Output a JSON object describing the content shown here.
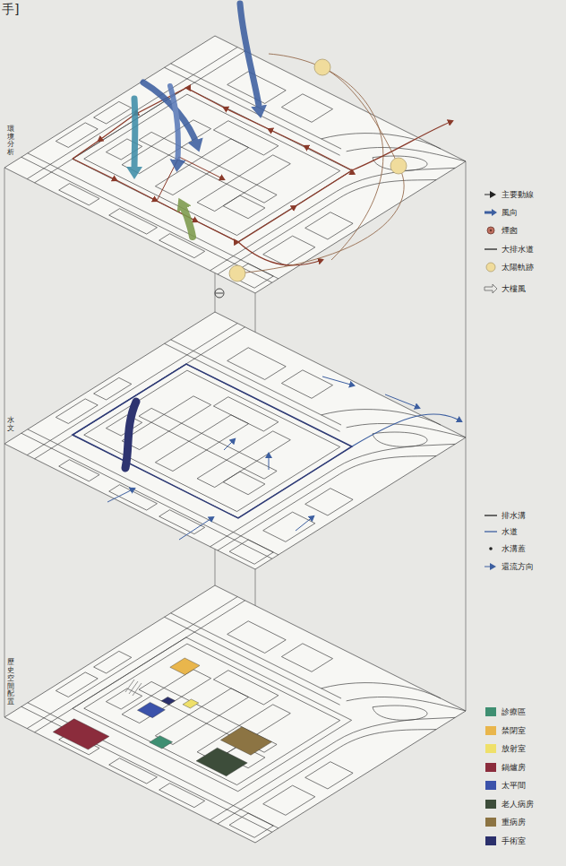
{
  "diagram": {
    "labels": [
      "手]",
      "環境分析",
      "水文",
      "歷史空間配置"
    ],
    "legend": [
      {
        "text": "主要動線"
      },
      {
        "text": "風向"
      },
      {
        "text": "煙囪"
      },
      {
        "text": "大排水道"
      },
      {
        "text": "太陽軌跡"
      },
      {
        "text": "大樓風"
      },
      {
        "text": "排水溝"
      },
      {
        "text": "水道"
      },
      {
        "text": "水溝蓋"
      },
      {
        "text": "還流方向"
      },
      {
        "text": "診療區",
        "color": "#3f8f72"
      },
      {
        "text": "禁閉室",
        "color": "#e9b64c"
      },
      {
        "text": "放射室",
        "color": "#efe06a"
      },
      {
        "text": "鍋爐房",
        "color": "#8b2c3c"
      },
      {
        "text": "太平間",
        "color": "#3b52aa"
      },
      {
        "text": "老人病房",
        "color": "#3d4d3a"
      },
      {
        "text": "重病房",
        "color": "#8c7443"
      },
      {
        "text": "手術室",
        "color": "#2b306c"
      }
    ]
  }
}
